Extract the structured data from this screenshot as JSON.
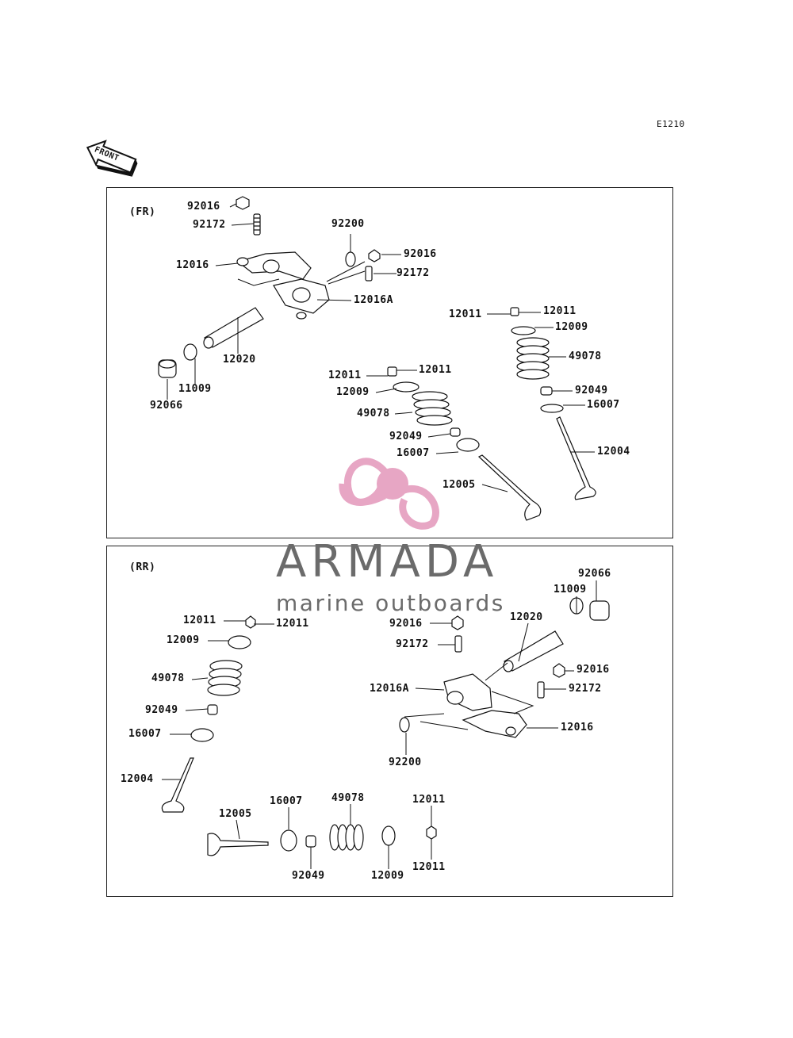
{
  "diagram_code": "E1210",
  "front_label": "FRONT",
  "watermark": {
    "brand": "ARMADA",
    "tagline": "marine outboards",
    "brand_color": "#6b6b6b",
    "mark_color": "#e7a6c4"
  },
  "fr": {
    "title": "(FR)",
    "labels": [
      "92016",
      "92172",
      "92200",
      "92016",
      "92172",
      "12016",
      "12016A",
      "12020",
      "11009",
      "92066",
      "12011",
      "12011",
      "12009",
      "49078",
      "92049",
      "16007",
      "12004",
      "12011",
      "12011",
      "12009",
      "49078",
      "92049",
      "16007",
      "12005"
    ]
  },
  "rr": {
    "title": "(RR)",
    "labels": [
      "12011",
      "12011",
      "12009",
      "49078",
      "92049",
      "16007",
      "12004",
      "92066",
      "11009",
      "12020",
      "92016",
      "92172",
      "92016",
      "92172",
      "12016A",
      "12016",
      "92200",
      "12005",
      "16007",
      "49078",
      "12011",
      "12011",
      "92049",
      "12009"
    ]
  }
}
